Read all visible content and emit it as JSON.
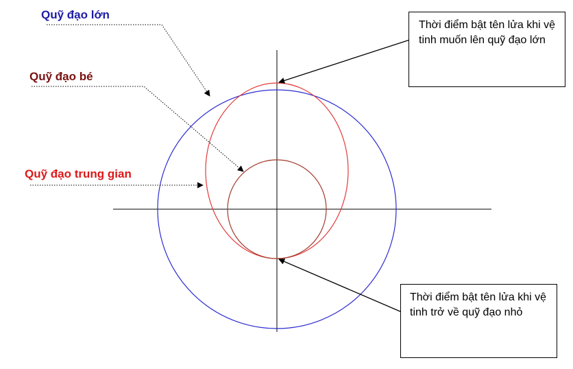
{
  "labels": {
    "large_orbit": "Quỹ đạo lớn",
    "small_orbit": "Quỹ đạo bé",
    "transfer_orbit": "Quỹ đạo trung gian"
  },
  "callouts": {
    "top": "Thời điểm bật tên lửa khi vệ tinh muốn lên quỹ đạo lớn",
    "bottom": "Thời điểm bật tên lửa khi vệ tinh trở về quỹ đạo nhỏ"
  },
  "colors": {
    "large_orbit": "#2b2bd0",
    "small_orbit": "#a33a2c",
    "transfer_orbit": "#e23a3a",
    "large_label": "#1c1ca8",
    "small_label": "#7a1010",
    "transfer_label": "#dd1818",
    "axes": "#000000"
  }
}
